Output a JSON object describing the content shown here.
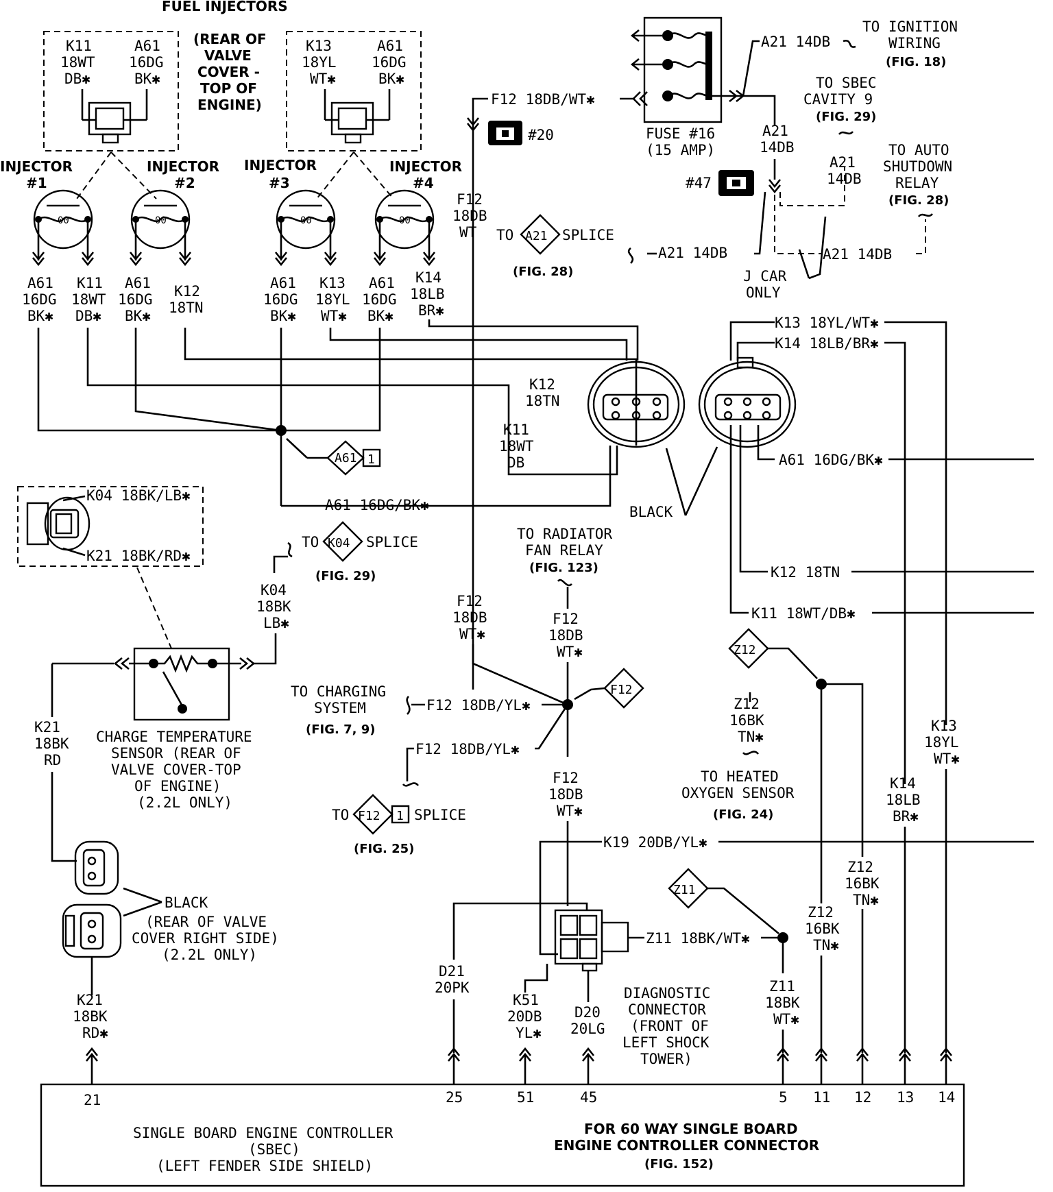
{
  "title": "FUEL INJECTORS",
  "injector_connector_1": {
    "left": [
      "K11",
      "18WT",
      "DB✱"
    ],
    "right": [
      "A61",
      "16DG",
      "BK✱"
    ]
  },
  "injector_connector_2": {
    "left": [
      "K13",
      "18YL",
      "WT✱"
    ],
    "right": [
      "A61",
      "16DG",
      "BK✱"
    ]
  },
  "rear_valve_note": [
    "(REAR OF",
    "VALVE",
    "COVER -",
    "TOP OF",
    "ENGINE)"
  ],
  "injectors": [
    {
      "label": "INJECTOR",
      "num": "#1"
    },
    {
      "label": "INJECTOR",
      "num": "#2"
    },
    {
      "label": "INJECTOR",
      "num": "#3"
    },
    {
      "label": "INJECTOR",
      "num": "#4"
    }
  ],
  "injector_wires": [
    [
      "A61",
      "16DG",
      "BK✱"
    ],
    [
      "K11",
      "18WT",
      "DB✱"
    ],
    [
      "A61",
      "16DG",
      "BK✱"
    ],
    [
      "K12",
      "18TN"
    ],
    [
      "A61",
      "16DG",
      "BK✱"
    ],
    [
      "K13",
      "18YL",
      "WT✱"
    ],
    [
      "A61",
      "16DG",
      "BK✱"
    ],
    [
      "K14",
      "18LB",
      "BR✱"
    ]
  ],
  "f12_top": "F12 18DB/WT✱",
  "f12_vert": [
    "F12",
    "18DB",
    "WT"
  ],
  "connector_20": "#20",
  "fuse": {
    "name": "FUSE #16",
    "rating": "(15 AMP)"
  },
  "a21_top": "A21 14DB",
  "to_ignition": [
    "TO IGNITION",
    "WIRING"
  ],
  "fig18": "(FIG. 18)",
  "to_sbec": [
    "TO SBEC",
    "CAVITY  9"
  ],
  "fig29a": "(FIG. 29)",
  "a21_v1": [
    "A21",
    "14DB"
  ],
  "a21_v2": [
    "A21",
    "14DB"
  ],
  "connector_47": "#47",
  "to_asd": [
    "TO AUTO",
    "SHUTDOWN",
    "RELAY"
  ],
  "fig28a": "(FIG. 28)",
  "to_splice_a21": {
    "to": "TO",
    "badge": "A21",
    "splice": "SPLICE"
  },
  "fig28b": "(FIG. 28)",
  "a21_mid": "A21 14DB",
  "a21_right": "A21 14DB",
  "j_car": [
    "J CAR",
    "ONLY"
  ],
  "k13_right": "K13 18YL/WT✱",
  "k14_right": "K14 18LB/BR✱",
  "k12_mid": [
    "K12",
    "18TN"
  ],
  "k11_mid": [
    "K11",
    "18WT",
    "DB"
  ],
  "a61_splice_badge": "A61",
  "a61_splice_num": "1",
  "a61_bottom": "A61 16DG/BK✱",
  "a61_right": "A61 16DG/BK✱",
  "black_label": "BLACK",
  "k12_right": "K12 18TN",
  "k11_right": "K11 18WT/DB✱",
  "k04_conn": "K04 18BK/LB✱",
  "k21_conn": "K21 18BK/RD✱",
  "to_k04": {
    "to": "TO",
    "badge": "K04",
    "splice": "SPLICE"
  },
  "fig29b": "(FIG. 29)",
  "k04_vert": [
    "K04",
    "18BK",
    "LB✱"
  ],
  "to_radiator": [
    "TO RADIATOR",
    "FAN RELAY"
  ],
  "fig123": "(FIG. 123)",
  "f12_v2": [
    "F12",
    "18DB",
    "WT✱"
  ],
  "f12_v3": [
    "F12",
    "18DB",
    "WT✱"
  ],
  "f12_badge": "F12",
  "to_charging": [
    "TO CHARGING",
    "SYSTEM"
  ],
  "fig79": "(FIG. 7, 9)",
  "f12_yl1": "F12 18DB/YL✱",
  "f12_yl2": "F12 18DB/YL✱",
  "to_f12": {
    "to": "TO",
    "badge": "F12",
    "num": "1",
    "splice": "SPLICE"
  },
  "fig25": "(FIG. 25)",
  "f12_v4": [
    "F12",
    "18DB",
    "WT✱"
  ],
  "z12_badge": "Z12",
  "z12_v1": [
    "Z12",
    "16BK",
    "TN✱"
  ],
  "to_heated": [
    "TO HEATED",
    "OXYGEN SENSOR"
  ],
  "fig24": "(FIG. 24)",
  "k13_vert": [
    "K13",
    "18YL",
    "WT✱"
  ],
  "k14_vert": [
    "K14",
    "18LB",
    "BR✱"
  ],
  "k21_v1": [
    "K21",
    "18BK",
    "RD"
  ],
  "charge_sensor": [
    "CHARGE TEMPERATURE",
    "SENSOR (REAR OF",
    "VALVE COVER-TOP",
    "OF ENGINE)",
    "(2.2L ONLY)"
  ],
  "k19": "K19 20DB/YL✱",
  "z12_v2": [
    "Z12",
    "16BK",
    "TN✱"
  ],
  "z12_v3": [
    "Z12",
    "16BK",
    "TN✱"
  ],
  "z11_badge": "Z11",
  "z11_h": "Z11 18BK/WT✱",
  "black2": "BLACK",
  "rear_right": [
    "(REAR OF VALVE",
    "COVER RIGHT SIDE)",
    "(2.2L ONLY)"
  ],
  "d21": [
    "D21",
    "20PK"
  ],
  "k51": [
    "K51",
    "20DB",
    "YL✱"
  ],
  "d20": [
    "D20",
    "20LG"
  ],
  "diag": [
    "DIAGNOSTIC",
    "CONNECTOR",
    "(FRONT OF",
    "LEFT SHOCK",
    "TOWER)"
  ],
  "z11_v": [
    "Z11",
    "18BK",
    "WT✱"
  ],
  "k21_v2": [
    "K21",
    "18BK",
    "RD✱"
  ],
  "pins": [
    "21",
    "25",
    "51",
    "45",
    "5",
    "11",
    "12",
    "13",
    "14"
  ],
  "sbec": [
    "SINGLE BOARD ENGINE CONTROLLER",
    "(SBEC)",
    "(LEFT FENDER SIDE SHIELD)"
  ],
  "for60": [
    "FOR 60 WAY SINGLE BOARD",
    "ENGINE CONTROLLER CONNECTOR"
  ],
  "fig152": "(FIG. 152)"
}
